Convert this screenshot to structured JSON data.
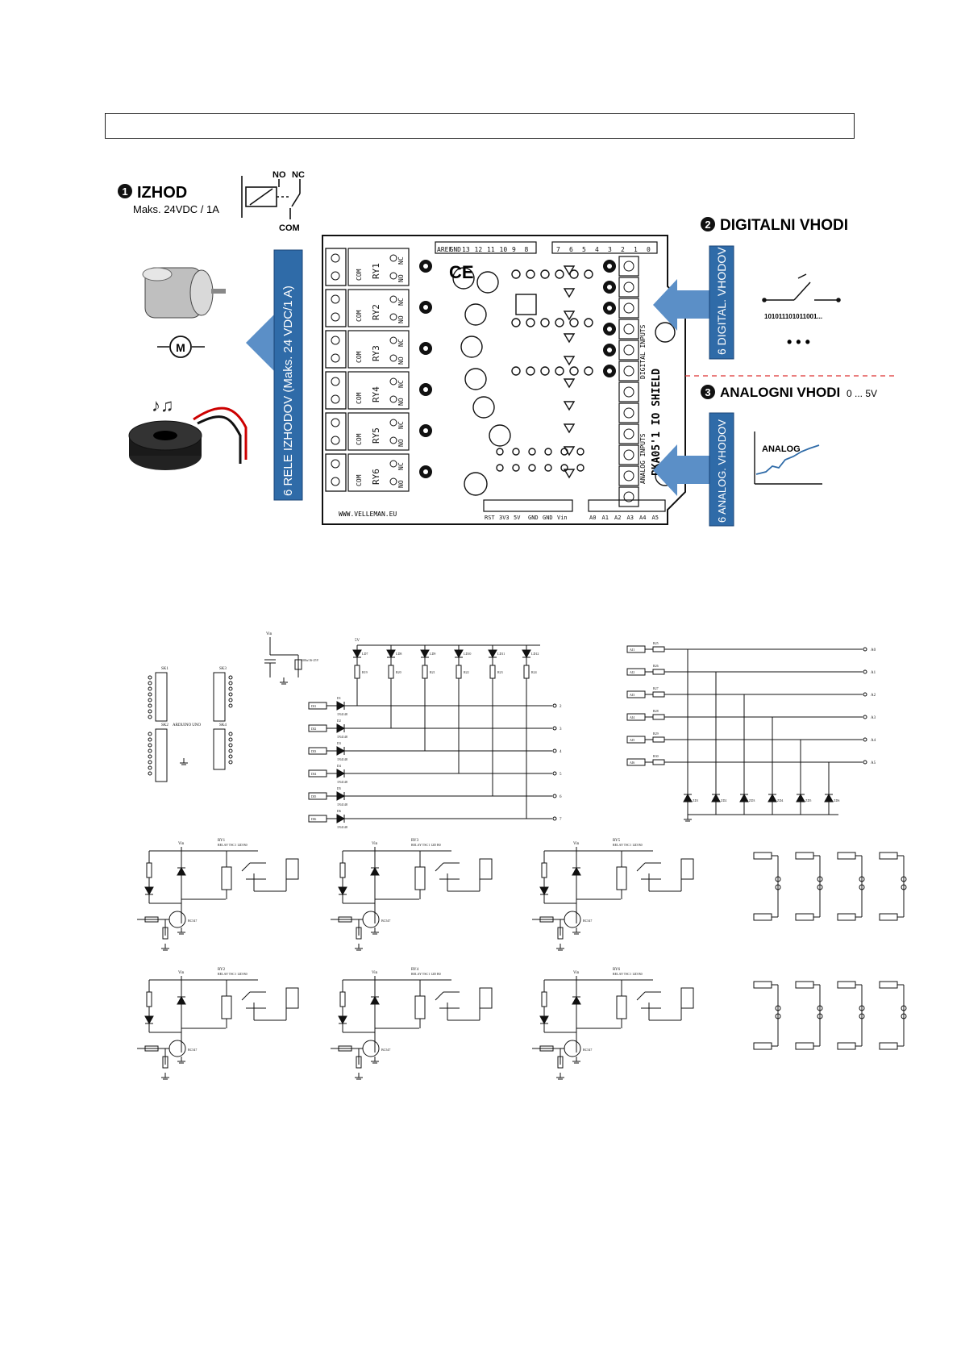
{
  "izhod": {
    "number": "1",
    "title": "IZHOD",
    "spec": "Maks. 24VDC / 1A",
    "no_label": "NO",
    "nc_label": "NC",
    "com_label": "COM"
  },
  "digital": {
    "number": "2",
    "title": "DIGITALNI VHODI",
    "bits": "101011101011001...",
    "dots": "• • •",
    "arrow_label": "6 DIGITAL. VHODOV"
  },
  "analog": {
    "number": "3",
    "title": "ANALOGNI VHODI",
    "range": "0 ... 5V",
    "graph_label": "ANALOG",
    "arrow_label": "6 ANALOG. VHODOV"
  },
  "relays_arrow": {
    "label": "6 RELE IZHODOV (Maks. 24 VDC/1 A)",
    "motor_symbol": "M"
  },
  "board": {
    "name": "PKA05'1 IO SHIELD",
    "url": "WWW.VELLEMAN.EU",
    "digital_inputs": "DIGITAL INPUTS",
    "analog_inputs": "ANALOG INPUTS",
    "top_header": [
      "AREF",
      "GND",
      "13",
      "12",
      "11",
      "10",
      "9",
      "8"
    ],
    "top_header2": [
      "7",
      "6",
      "5",
      "4",
      "3",
      "2",
      "1",
      "0"
    ],
    "bottom_header": [
      "RST",
      "3V3",
      "5V",
      "GND",
      "GND",
      "Vin"
    ],
    "bottom_header2": [
      "A0",
      "A1",
      "A2",
      "A3",
      "A4",
      "A5"
    ],
    "relays": [
      "RY1",
      "RY2",
      "RY3",
      "RY4",
      "RY5",
      "RY6"
    ],
    "com": "COM",
    "nc": "NC",
    "no": "NO",
    "ce": "CE"
  },
  "schematic": {
    "arduino_label": "ARDUINO UNO",
    "digital_leds": [
      "LD7",
      "LD8",
      "LD9",
      "LD10",
      "LD11",
      "LD12"
    ],
    "digital_res": [
      "R19",
      "R20",
      "R21",
      "R22",
      "R23",
      "R24"
    ],
    "digital_in": [
      "DI1",
      "DI2",
      "DI3",
      "DI4",
      "DI5",
      "DI6"
    ],
    "digital_out": [
      "2",
      "3",
      "4",
      "5",
      "6",
      "7"
    ],
    "diode_type": "1N4148",
    "analog_in": [
      "AI1",
      "AI2",
      "AI3",
      "AI4",
      "AI5",
      "AI6"
    ],
    "analog_res": [
      "R25",
      "R26",
      "R27",
      "R28",
      "R29",
      "R30"
    ],
    "analog_out": [
      "A0",
      "A1",
      "A2",
      "A3",
      "A4",
      "A5"
    ],
    "zeners": [
      "ZD1",
      "ZD2",
      "ZD3",
      "ZD4",
      "ZD5",
      "ZD6"
    ],
    "relays": [
      "RY1",
      "RY3",
      "RY5",
      "RY2",
      "RY4",
      "RY6"
    ],
    "relay_type": "RELAY TSC1 12D B0",
    "transistor": "BC547",
    "vin": "Vin",
    "gnd": "GND",
    "five_v": "5V",
    "cap": "100u/16-25V"
  }
}
